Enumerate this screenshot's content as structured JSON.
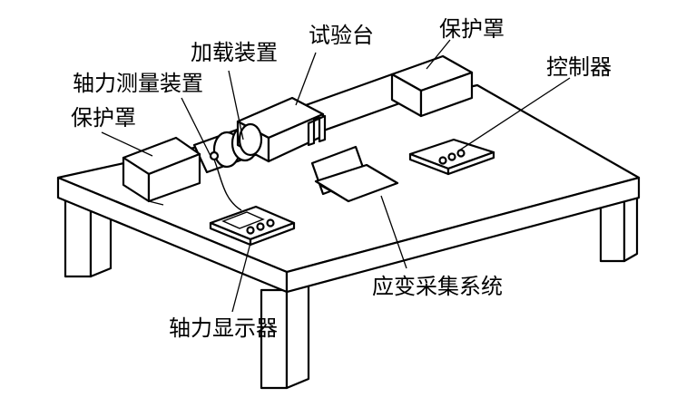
{
  "labels": {
    "jiazai": "加载装置",
    "shiyantai": "试验台",
    "baohuzhao_right": "保护罩",
    "kongzhiqi": "控制器",
    "zhouli_celiang": "轴力测量装置",
    "baohuzhao_left": "保护罩",
    "yingbian": "应变采集系统",
    "zhouli_xianshi": "轴力显示器"
  }
}
